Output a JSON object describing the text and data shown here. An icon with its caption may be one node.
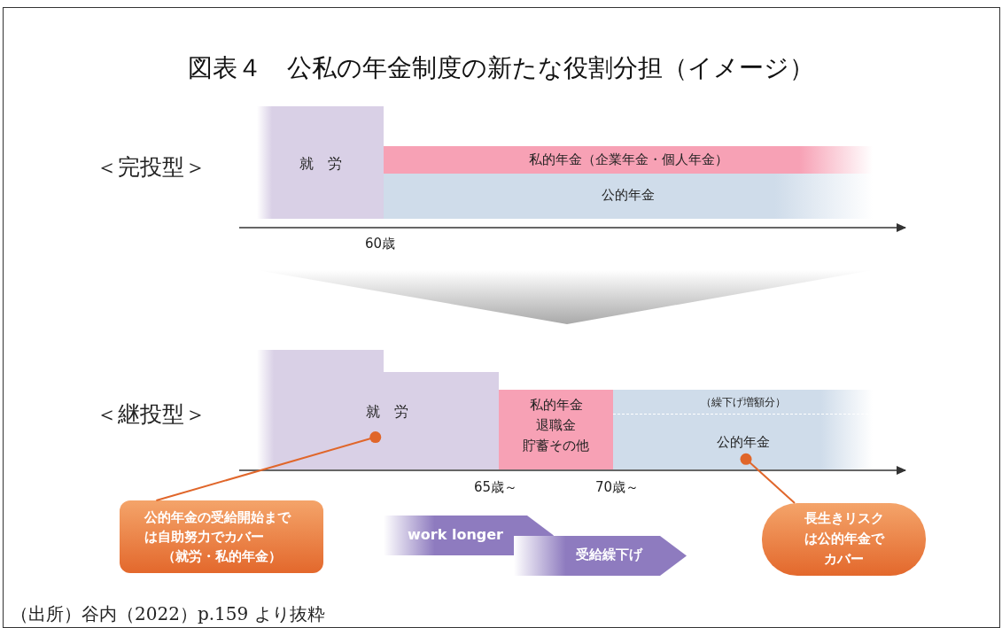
{
  "diagram": {
    "title": "図表４　公私の年金制度の新たな役割分担（イメージ）",
    "nodes": [
      {
        "text": [
          "就　労"
        ]
      },
      {
        "text": [
          "私的年金（企業年金・個人年金）"
        ]
      },
      {
        "text": [
          "公的年金"
        ]
      },
      {
        "text": [
          "就　労"
        ]
      },
      {
        "text": [
          "私的年金",
          "退職金",
          "貯蓄その他"
        ]
      },
      {
        "text": [
          "（繰下げ増額分）",
          "公的年金"
        ]
      },
      {
        "text": [
          "公的年金の受給開始までは自助努力でカバー",
          "（就労・私的年金）"
        ]
      },
      {
        "text": [
          "長生きリスクは公的年金でカバー"
        ]
      },
      {
        "text": [
          "work longer"
        ]
      },
      {
        "text": [
          "受給繰下げ"
        ]
      }
    ],
    "edges": [
      {
        "from": 6,
        "to": 3,
        "arrow": "other",
        "color": "#e0662a"
      },
      {
        "from": 7,
        "to": 5,
        "arrow": "other",
        "color": "#e0662a"
      }
    ],
    "labels": [
      "＜完投型＞",
      "60歳",
      "＜継投型＞",
      "65歳～",
      "70歳～"
    ],
    "caption": "（出所）谷内（2022）p.159 より抜粋"
  }
}
